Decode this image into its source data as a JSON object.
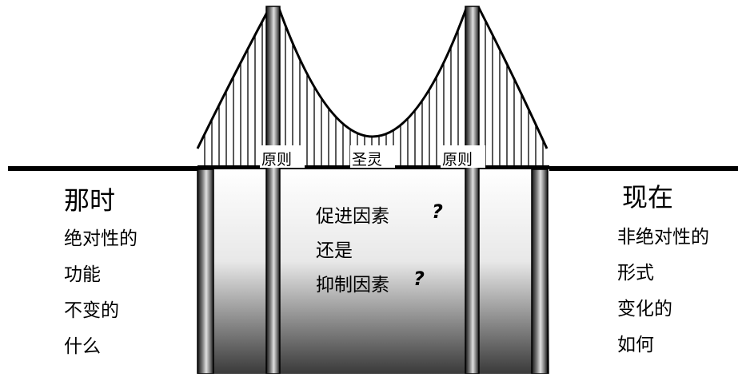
{
  "left": {
    "heading": "那时",
    "lines": [
      "绝对性的",
      "功能",
      "不变的",
      "什么"
    ]
  },
  "right": {
    "heading": "现在",
    "lines": [
      "非绝对性的",
      "形式",
      "变化的",
      "如何"
    ]
  },
  "bridge_labels": {
    "left_tower": "原则",
    "center": "圣灵",
    "right_tower": "原则"
  },
  "center": {
    "line1": "促进因素",
    "line2": "还是",
    "line3": "抑制因素",
    "q1": "?",
    "q2": "?"
  },
  "colors": {
    "ink": "#000000",
    "background": "#ffffff",
    "canyon_dark": "#3a3a3a"
  }
}
